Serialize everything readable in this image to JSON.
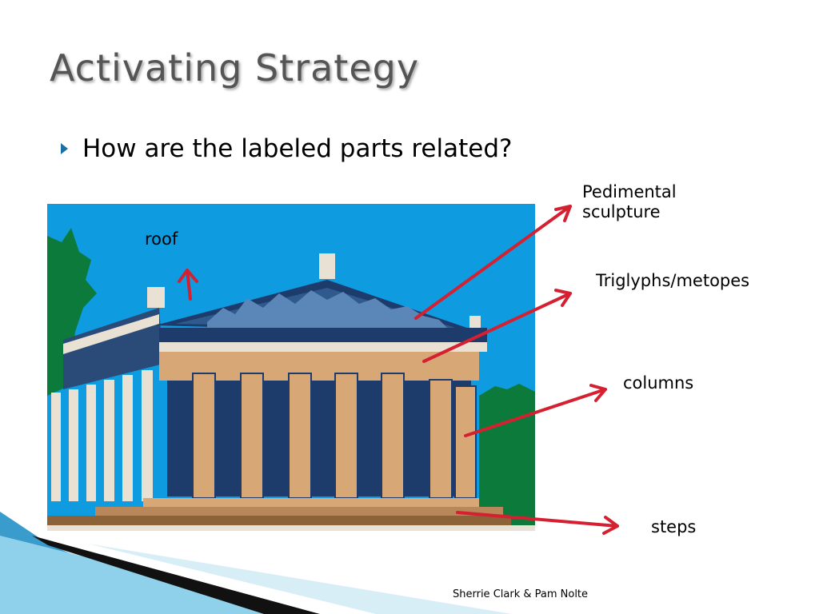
{
  "slide": {
    "title": "Activating Strategy",
    "bullet": "How are the labeled parts related?",
    "footer": "Sherrie Clark & Pam Nolte"
  },
  "labels": {
    "roof": "roof",
    "pedimental_line1": "Pedimental",
    "pedimental_line2": "sculpture",
    "triglyphs": "Triglyphs/metopes",
    "columns": "columns",
    "steps": "steps"
  },
  "colors": {
    "sky": "#0e9be0",
    "tree": "#0c7a3a",
    "stone_blue": "#1d3b6b",
    "stone_tan": "#d8a776",
    "arrow": "#d42030",
    "bullet": "#1a6fa3",
    "title": "#555555"
  }
}
